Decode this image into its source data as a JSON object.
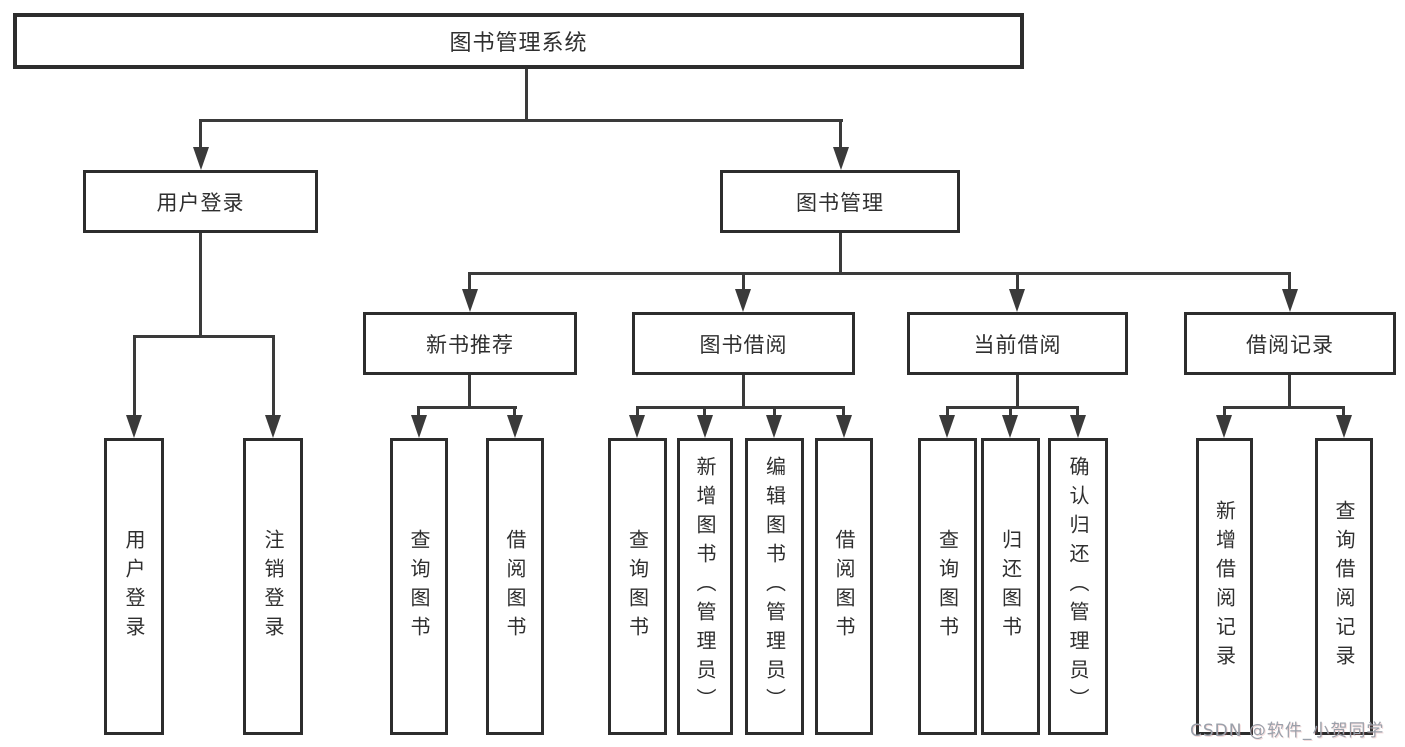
{
  "title": "图书管理系统",
  "watermark": "CSDN @软件_小贺同学",
  "colors": {
    "line": "#3a3a3a",
    "box_border": "#2d2d2d",
    "text": "#2f2f2f",
    "watermark": "#9aa0aa",
    "background": "#ffffff"
  },
  "tree": {
    "root": {
      "label": "图书管理系统"
    },
    "branches": [
      {
        "label": "用户登录",
        "children": [
          {
            "label": "用户登录"
          },
          {
            "label": "注销登录"
          }
        ]
      },
      {
        "label": "图书管理",
        "sections": [
          {
            "label": "新书推荐",
            "children": [
              {
                "label": "查询图书"
              },
              {
                "label": "借阅图书"
              }
            ]
          },
          {
            "label": "图书借阅",
            "children": [
              {
                "label": "查询图书"
              },
              {
                "label": "新增图书（管理员）"
              },
              {
                "label": "编辑图书（管理员）"
              },
              {
                "label": "借阅图书"
              }
            ]
          },
          {
            "label": "当前借阅",
            "children": [
              {
                "label": "查询图书"
              },
              {
                "label": "归还图书"
              },
              {
                "label": "确认归还（管理员）"
              }
            ]
          },
          {
            "label": "借阅记录",
            "children": [
              {
                "label": "新增借阅记录"
              },
              {
                "label": "查询借阅记录"
              }
            ]
          }
        ]
      }
    ]
  }
}
